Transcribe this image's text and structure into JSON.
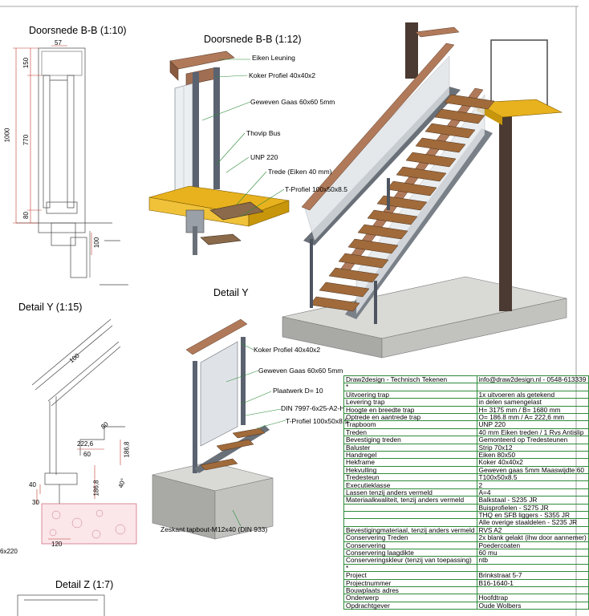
{
  "titles": {
    "section_bb_110": "Doorsnede B-B (1:10)",
    "section_bb_112": "Doorsnede B-B (1:12)",
    "detail_y": "Detail Y",
    "detail_y_115": "Detail Y (1:15)",
    "detail_z_17": "Detail Z (1:7)"
  },
  "callouts_top": [
    "Eiken Leuning",
    "Koker Profiel 40x40x2",
    "Geweven Gaas 60x60 5mm",
    "Thovip Bus",
    "UNP 220",
    "Trede (Eiken 40 mm)",
    "T-Profiel 100x50x8.5"
  ],
  "callouts_detail": [
    "Koker Profiel 40x40x2",
    "Geweven Gaas 60x60 5mm",
    "Plaatwerk D= 10",
    "DIN 7997-6x25-A2-H",
    "T-Profiel 100x50x8.5",
    "Zeskant tapbout-M12x40 (DIN 933)"
  ],
  "dims_section": [
    "57",
    "150",
    "1000",
    "770",
    "80",
    "100"
  ],
  "dims_detail": [
    "100",
    "80",
    "222,6",
    "60",
    "186,8",
    "186,8",
    "40",
    "40°",
    "30",
    "120",
    "6x220"
  ],
  "spec_rows": [
    [
      "Draw2design - Technisch Tekenen",
      "info@draw2design.nl - 0548-613339"
    ],
    [
      "*",
      ""
    ],
    [
      "Uitvoering trap",
      "1x uitvoeren als getekend"
    ],
    [
      "Levering trap",
      "in delen samengelast"
    ],
    [
      "Hoogte en breedte trap",
      "H= 3175 mm / B= 1680 mm"
    ],
    [
      "Optrede en aantrede trap",
      "O= 186.8 mm / A= 222,6 mm"
    ],
    [
      "Trapboom",
      "UNP 220"
    ],
    [
      "Treden",
      "40 mm Eiken treden / 1 Rvs Antislip"
    ],
    [
      "Bevestiging treden",
      "Gemonteerd op  Tredesteunen"
    ],
    [
      "Baluster",
      "Strip 70x12"
    ],
    [
      "Handregel",
      "Eiken 80x50"
    ],
    [
      "Hekframe",
      "Koker 40x40x2"
    ],
    [
      "Hekvulling",
      "Geweven gaas 5mm Maaswijdte 60"
    ],
    [
      "Tredesteun",
      "T100x50x8.5"
    ],
    [
      "Executieklasse",
      "2"
    ],
    [
      "Lassen tenzij anders vermeld",
      "A=4"
    ],
    [
      "Materiaalkwaliteit, tenzij anders vermeld",
      "Balkstaal - S235 JR"
    ],
    [
      "",
      "Buisprofielen - S275 JR"
    ],
    [
      "",
      "THQ en SFB liggers - S355 JR"
    ],
    [
      "",
      "Alle overige staaldelen - S235 JR"
    ],
    [
      "Bevestigingmateriaal, tenzij anders vermeld",
      "RVS A2"
    ],
    [
      "Conservering Treden",
      "2x blank gelakt (ihw door aannemer)"
    ],
    [
      "Conservering",
      "Poedercoaten"
    ],
    [
      "Conservering laagdikte",
      "60 mu"
    ],
    [
      "Conserveringskleur (tenzij van toepassing)",
      "ntb"
    ],
    [
      "*",
      ""
    ],
    [
      "Project",
      "Brinkstraat 5-7"
    ],
    [
      "Projectnummer",
      "B16-1640-1"
    ],
    [
      "Bouwplaats adres",
      ""
    ],
    [
      "Onderwerp",
      "Hoofdtrap"
    ],
    [
      "Opdrachtgever",
      "Oude Wolbers"
    ]
  ]
}
